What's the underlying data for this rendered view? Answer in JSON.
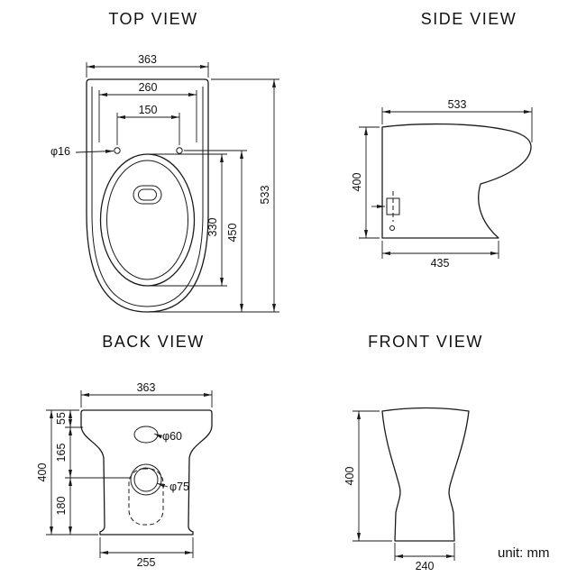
{
  "unit_label": "unit: mm",
  "titles": {
    "top": "TOP VIEW",
    "side": "SIDE VIEW",
    "back": "BACK VIEW",
    "front": "FRONT VIEW"
  },
  "top_view": {
    "overall_width": "363",
    "seat_width": "260",
    "hinge_hole_spacing": "150",
    "hinge_hole_diameter": "φ16",
    "overall_depth": "533",
    "seat_depth": "450",
    "bowl_depth": "330"
  },
  "side_view": {
    "overall_depth": "533",
    "height": "400",
    "base_depth": "435"
  },
  "back_view": {
    "overall_width": "363",
    "top_segment": "55",
    "middle_segment": "165",
    "bottom_segment": "180",
    "height": "400",
    "inlet_diameter": "φ60",
    "outlet_diameter": "φ75",
    "base_width": "255"
  },
  "front_view": {
    "height": "400",
    "base_width": "240"
  },
  "colors": {
    "line": "#1a1a1a",
    "background": "#ffffff"
  }
}
